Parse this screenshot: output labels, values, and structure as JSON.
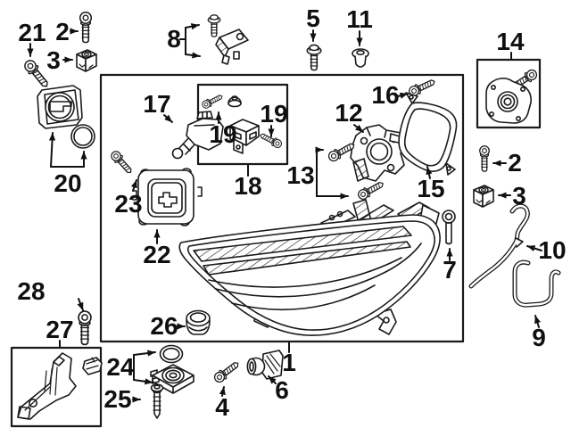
{
  "figure": {
    "type": "exploded-parts-diagram",
    "colors": {
      "background": "#ffffff",
      "line": "#1a1a1a",
      "label": "#101010"
    },
    "callouts": [
      {
        "part": "21",
        "text": "21"
      },
      {
        "part": "2",
        "text": "2"
      },
      {
        "part": "3",
        "text": "3"
      },
      {
        "part": "8",
        "text": "8"
      },
      {
        "part": "5",
        "text": "5"
      },
      {
        "part": "11",
        "text": "11"
      },
      {
        "part": "14",
        "text": "14"
      },
      {
        "part": "16",
        "text": "16"
      },
      {
        "part": "12",
        "text": "12"
      },
      {
        "part": "17",
        "text": "17"
      },
      {
        "part": "19",
        "text": "19"
      },
      {
        "part": "19",
        "text": "19"
      },
      {
        "part": "18",
        "text": "18"
      },
      {
        "part": "13",
        "text": "13"
      },
      {
        "part": "15",
        "text": "15"
      },
      {
        "part": "23",
        "text": "23"
      },
      {
        "part": "22",
        "text": "22"
      },
      {
        "part": "20",
        "text": "20"
      },
      {
        "part": "7",
        "text": "7"
      },
      {
        "part": "26",
        "text": "26"
      },
      {
        "part": "1",
        "text": "1"
      },
      {
        "part": "24",
        "text": "24"
      },
      {
        "part": "25",
        "text": "25"
      },
      {
        "part": "4",
        "text": "4"
      },
      {
        "part": "6",
        "text": "6"
      },
      {
        "part": "28",
        "text": "28"
      },
      {
        "part": "27",
        "text": "27"
      },
      {
        "part": "2",
        "text": "2"
      },
      {
        "part": "3",
        "text": "3"
      },
      {
        "part": "10",
        "text": "10"
      },
      {
        "part": "9",
        "text": "9"
      }
    ]
  }
}
